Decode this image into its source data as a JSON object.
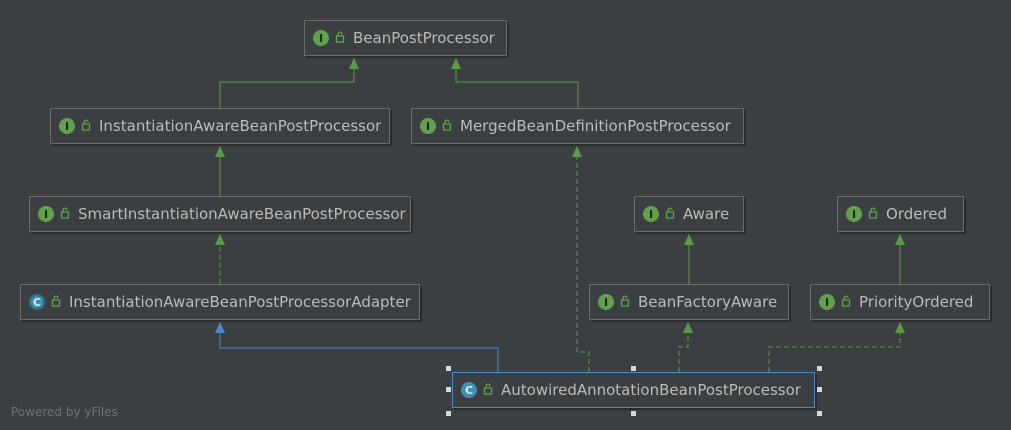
{
  "nodes": {
    "bean_post_processor": {
      "label": "BeanPostProcessor",
      "kind": "interface",
      "badge": "I"
    },
    "instantiation_aware": {
      "label": "InstantiationAwareBeanPostProcessor",
      "kind": "interface",
      "badge": "I"
    },
    "merged_bean_definition": {
      "label": "MergedBeanDefinitionPostProcessor",
      "kind": "interface",
      "badge": "I"
    },
    "smart_instantiation_aware": {
      "label": "SmartInstantiationAwareBeanPostProcessor",
      "kind": "interface",
      "badge": "I"
    },
    "aware": {
      "label": "Aware",
      "kind": "interface",
      "badge": "I"
    },
    "ordered": {
      "label": "Ordered",
      "kind": "interface",
      "badge": "I"
    },
    "instantiation_aware_adapter": {
      "label": "InstantiationAwareBeanPostProcessorAdapter",
      "kind": "abstract-class",
      "badge": "C"
    },
    "bean_factory_aware": {
      "label": "BeanFactoryAware",
      "kind": "interface",
      "badge": "I"
    },
    "priority_ordered": {
      "label": "PriorityOrdered",
      "kind": "interface",
      "badge": "I"
    },
    "autowired_annotation": {
      "label": "AutowiredAnnotationBeanPostProcessor",
      "kind": "class",
      "badge": "C",
      "selected": true
    }
  },
  "edges": [
    {
      "from": "instantiation_aware",
      "to": "bean_post_processor",
      "type": "extends"
    },
    {
      "from": "merged_bean_definition",
      "to": "bean_post_processor",
      "type": "extends"
    },
    {
      "from": "smart_instantiation_aware",
      "to": "instantiation_aware",
      "type": "extends"
    },
    {
      "from": "instantiation_aware_adapter",
      "to": "smart_instantiation_aware",
      "type": "implements"
    },
    {
      "from": "bean_factory_aware",
      "to": "aware",
      "type": "extends"
    },
    {
      "from": "priority_ordered",
      "to": "ordered",
      "type": "extends"
    },
    {
      "from": "autowired_annotation",
      "to": "instantiation_aware_adapter",
      "type": "class-extends"
    },
    {
      "from": "autowired_annotation",
      "to": "merged_bean_definition",
      "type": "implements"
    },
    {
      "from": "autowired_annotation",
      "to": "bean_factory_aware",
      "type": "implements"
    },
    {
      "from": "autowired_annotation",
      "to": "priority_ordered",
      "type": "implements"
    }
  ],
  "colors": {
    "background": "#3c3f41",
    "interface_edge": "#5b9b48",
    "class_edge": "#4a88c7",
    "interface_badge": "#62a04e",
    "class_badge": "#3e8fb0",
    "selection_border": "#4a88c7"
  },
  "watermark": "Powered by yFiles"
}
